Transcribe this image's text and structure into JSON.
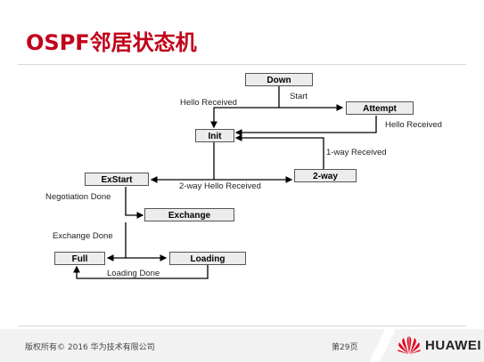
{
  "slide": {
    "title": "OSPF邻居状态机"
  },
  "states": {
    "down": "Down",
    "attempt": "Attempt",
    "init": "Init",
    "two_way": "2-way",
    "exstart": "ExStart",
    "exchange": "Exchange",
    "full": "Full",
    "loading": "Loading"
  },
  "transitions": {
    "start": "Start",
    "hello_received_left": "Hello Received",
    "hello_received_right": "Hello Received",
    "one_way_received": "1-way Received",
    "two_way_hello_received": "2-way Hello Received",
    "negotiation_done": "Negotiation Done",
    "exchange_done": "Exchange Done",
    "loading_done": "Loading Done"
  },
  "footer": {
    "copyright": "版权所有© 2016 华为技术有限公司",
    "page": "第29页",
    "brand": "HUAWEI"
  },
  "colors": {
    "title": "#c0001a",
    "brand_red": "#e3001b",
    "box_fill": "#ececec"
  }
}
